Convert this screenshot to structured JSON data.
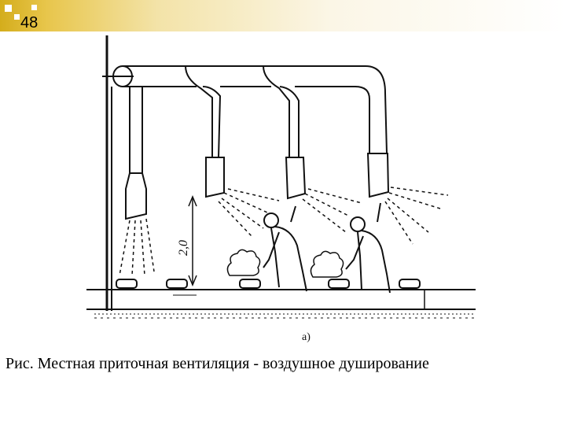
{
  "slide": {
    "number": "48",
    "accent_color": "#d4ad1c"
  },
  "figure": {
    "height_label": "2,0",
    "sub_label": "а)"
  },
  "caption": "Рис. Местная приточная вентиляция - воздушное душирование"
}
